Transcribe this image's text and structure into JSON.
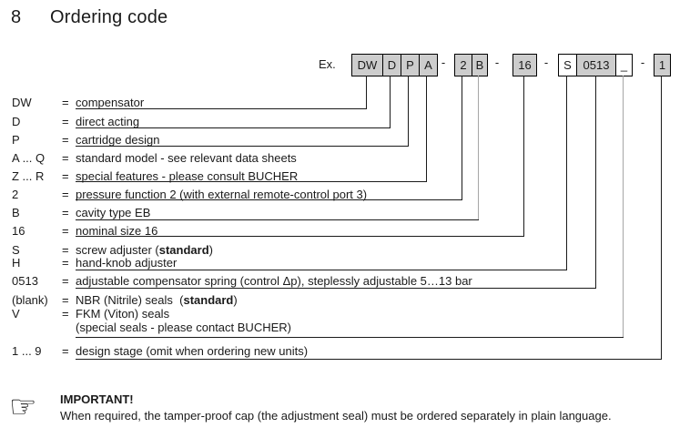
{
  "heading": {
    "number": "8",
    "title": "Ordering code"
  },
  "example": {
    "label": "Ex.",
    "separator": "-",
    "groups": [
      {
        "cells": [
          {
            "text": "DW",
            "filled": true
          },
          {
            "text": "D",
            "filled": true
          },
          {
            "text": "P",
            "filled": true
          },
          {
            "text": "A",
            "filled": true
          }
        ]
      },
      {
        "cells": [
          {
            "text": "2",
            "filled": true
          },
          {
            "text": "B",
            "filled": true
          }
        ]
      },
      {
        "cells": [
          {
            "text": "16",
            "filled": true
          }
        ]
      },
      {
        "cells": [
          {
            "text": "S",
            "filled": false
          },
          {
            "text": "0513",
            "filled": true
          },
          {
            "text": "_",
            "filled": false
          }
        ]
      },
      {
        "cells": [
          {
            "text": "1",
            "filled": true
          }
        ]
      }
    ]
  },
  "colors": {
    "box_fill": "#cdcdcd",
    "line": "#1a1a1a",
    "gray_line": "#a6a6a6"
  },
  "rows": [
    {
      "code": "DW",
      "desc": [
        {
          "t": "compensator"
        }
      ]
    },
    {
      "code": "D",
      "desc": [
        {
          "t": "direct acting"
        }
      ]
    },
    {
      "code": "P",
      "desc": [
        {
          "t": "cartridge design"
        }
      ]
    },
    {
      "code": "A ... Q",
      "desc": [
        {
          "t": "standard model - see relevant data sheets"
        }
      ]
    },
    {
      "code": "Z ... R",
      "desc": [
        {
          "t": "special features - please consult BUCHER"
        }
      ]
    },
    {
      "code": "2",
      "desc": [
        {
          "t": "pressure function 2 (with external remote-control port 3)"
        }
      ]
    },
    {
      "code": "B",
      "desc": [
        {
          "t": "cavity type EB"
        }
      ]
    },
    {
      "code": "16",
      "desc": [
        {
          "t": "nominal size 16"
        }
      ]
    },
    {
      "code": "S",
      "desc": [
        {
          "t": "screw adjuster ("
        },
        {
          "t": "standard",
          "bold": true
        },
        {
          "t": ")"
        }
      ]
    },
    {
      "code": "H",
      "desc": [
        {
          "t": "hand-knob adjuster"
        }
      ]
    },
    {
      "code": "0513",
      "desc": [
        {
          "t": "adjustable compensator spring (control Δp), steplessly adjustable 5…13 bar"
        }
      ]
    },
    {
      "code": "(blank)",
      "desc": [
        {
          "t": "NBR (Nitrile) seals  ("
        },
        {
          "t": "standard",
          "bold": true
        },
        {
          "t": ")"
        }
      ]
    },
    {
      "code": "V",
      "desc": [
        {
          "t": "FKM (Viton) seals"
        }
      ]
    },
    {
      "code": "",
      "desc": [
        {
          "t": "(special seals - please contact BUCHER)"
        }
      ]
    },
    {
      "code": "1 ... 9",
      "desc": [
        {
          "t": "design stage (omit when ordering new units)"
        }
      ]
    }
  ],
  "note": {
    "icon": "pointing-hand",
    "title": "IMPORTANT!",
    "text": "When required, the tamper-proof cap (the adjustment seal) must be ordered separately in plain language."
  }
}
